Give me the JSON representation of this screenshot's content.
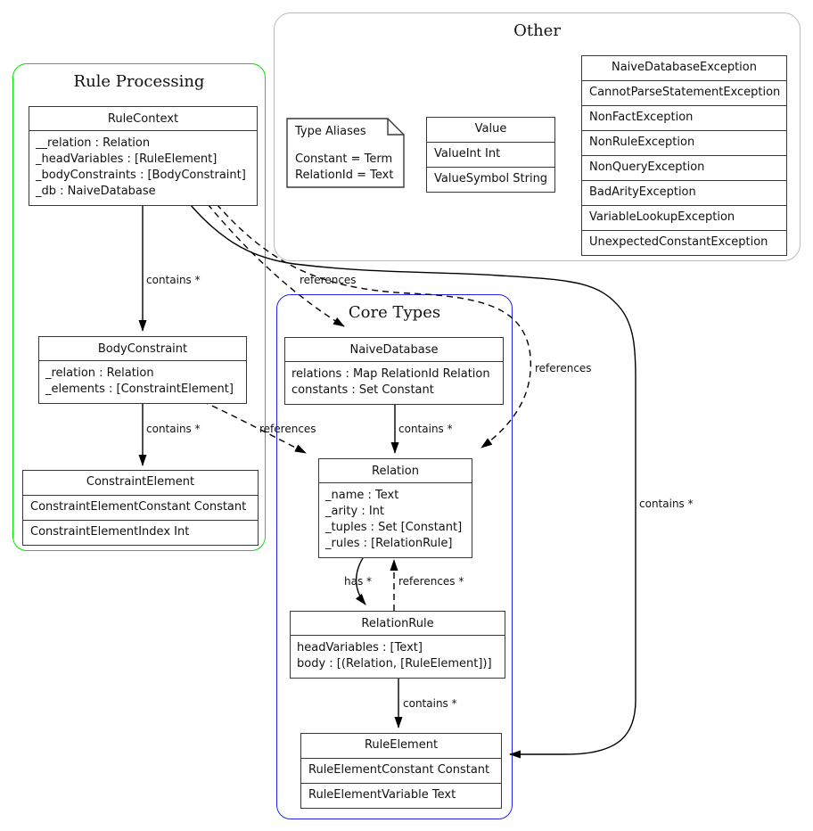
{
  "groups": {
    "rule_processing": {
      "title": "Rule Processing",
      "border_color": "#00e400"
    },
    "other": {
      "title": "Other",
      "border_color": "#bbbbbb"
    },
    "core_types": {
      "title": "Core Types",
      "border_color": "#2222ee"
    }
  },
  "classes": {
    "rule_context": {
      "name": "RuleContext",
      "attributes": [
        "__relation : Relation",
        "_headVariables : [RuleElement]",
        "_bodyConstraints : [BodyConstraint]",
        "_db : NaiveDatabase"
      ]
    },
    "body_constraint": {
      "name": "BodyConstraint",
      "attributes": [
        "_relation : Relation",
        "_elements : [ConstraintElement]"
      ]
    },
    "constraint_element": {
      "name": "ConstraintElement",
      "variants": [
        "ConstraintElementConstant Constant",
        "ConstraintElementIndex Int"
      ]
    },
    "naive_database": {
      "name": "NaiveDatabase",
      "attributes": [
        "relations : Map RelationId Relation",
        "constants : Set Constant"
      ]
    },
    "relation": {
      "name": "Relation",
      "attributes": [
        "_name : Text",
        "_arity : Int",
        "_tuples : Set [Constant]",
        "_rules : [RelationRule]"
      ]
    },
    "relation_rule": {
      "name": "RelationRule",
      "attributes": [
        "headVariables : [Text]",
        "body : [(Relation, [RuleElement])]"
      ]
    },
    "rule_element": {
      "name": "RuleElement",
      "variants": [
        "RuleElementConstant Constant",
        "RuleElementVariable Text"
      ]
    },
    "value": {
      "name": "Value",
      "variants": [
        "ValueInt Int",
        "ValueSymbol String"
      ]
    },
    "exceptions": {
      "name": "NaiveDatabaseException",
      "variants": [
        "CannotParseStatementException",
        "NonFactException",
        "NonRuleException",
        "NonQueryException",
        "BadArityException",
        "VariableLookupException",
        "UnexpectedConstantException"
      ]
    }
  },
  "note": {
    "title": "Type Aliases",
    "body": "Constant = Term\nRelationId = Text"
  },
  "edge_labels": {
    "rulecontext_bodyconstraint": "contains *",
    "bodyconstraint_constraintelement": "contains *",
    "rulecontext_naivedatabase": "references",
    "bodyconstraint_relation": "references",
    "naivedatabase_relation": "contains *",
    "rulecontext_relation": "references",
    "rulecontext_ruleelement": "contains *",
    "relation_relationrule": "has *",
    "relationrule_relation": "references *",
    "relationrule_ruleelement": "contains *"
  }
}
